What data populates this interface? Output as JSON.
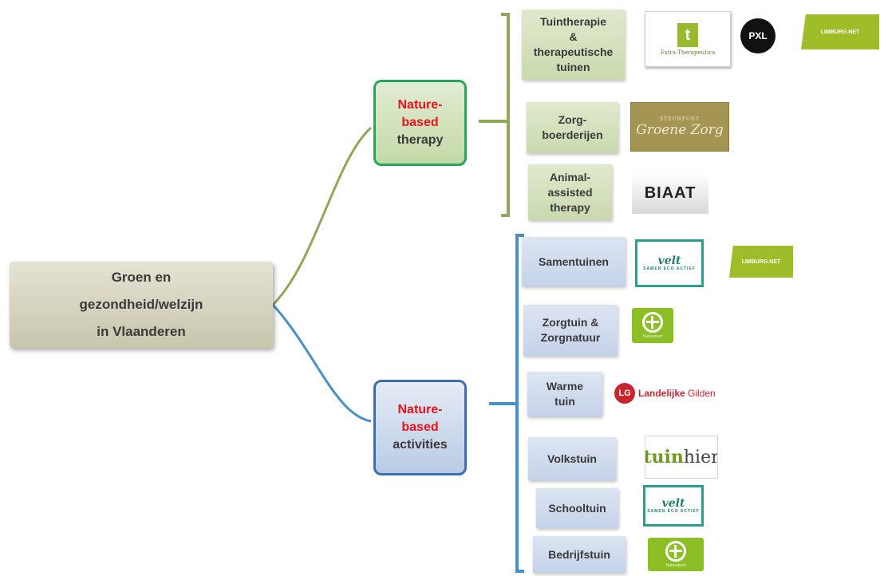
{
  "root": {
    "line1": "Groen en",
    "line2": "gezondheid/welzijn",
    "line3": "in Vlaanderen"
  },
  "categories": [
    {
      "red1": "Nature-",
      "red2": "based",
      "black": "therapy"
    },
    {
      "red1": "Nature-",
      "red2": "based",
      "black": "activities"
    }
  ],
  "therapy_items": [
    {
      "lines": [
        "Tuintherapie",
        "&",
        "therapeutische",
        "tuinen"
      ]
    },
    {
      "lines": [
        "Zorg-",
        "boerderijen"
      ]
    },
    {
      "lines": [
        "Animal-",
        "assisted",
        "therapy"
      ]
    }
  ],
  "activity_items": [
    {
      "lines": [
        "Samentuinen"
      ]
    },
    {
      "lines": [
        "Zorgtuin &",
        "Zorgnatuur"
      ]
    },
    {
      "lines": [
        "Warme",
        "tuin"
      ]
    },
    {
      "lines": [
        "Volkstuin"
      ]
    },
    {
      "lines": [
        "Schooltuin"
      ]
    },
    {
      "lines": [
        "Bedrijfstuin"
      ]
    }
  ],
  "logos": {
    "tuintherapie_mark": "t",
    "tuintherapie_caption": "Extra-Therapeutica",
    "pxl": "PXL",
    "limburg": "LIMBURG.NET",
    "groene_zorg_small": "STEUNPUNT",
    "groene_zorg": "Groene Zorg",
    "biaat": "BIAAT",
    "velt_main": "velt",
    "velt_sub": "SAMEN ECO ACTIEF",
    "natuurpunt": "Natuurpunt",
    "landelijke_mark": "LG",
    "landelijke_bold": "Landelijke",
    "landelijke_rest": " Gilden",
    "tuinhier_1": "tuin",
    "tuinhier_2": "hier"
  },
  "colors": {
    "green_line": "#8fa85a",
    "blue_line": "#4a8fc6",
    "red_label": "#e8131b"
  }
}
